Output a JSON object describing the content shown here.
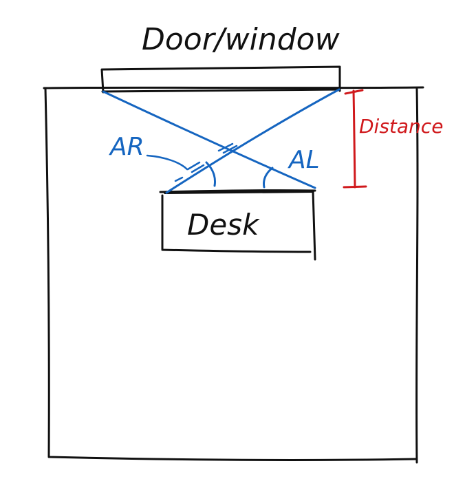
{
  "labels": {
    "door_window": "Door/window",
    "desk": "Desk",
    "angle_right": "AR",
    "angle_left": "AL",
    "distance": "Distance"
  },
  "colors": {
    "ink": "#111111",
    "angles": "#1565c0",
    "distance": "#d0191c",
    "background": "#ffffff"
  }
}
